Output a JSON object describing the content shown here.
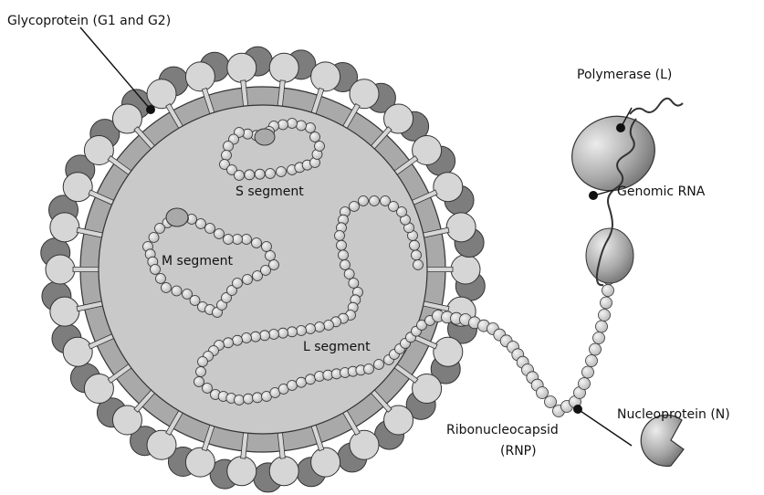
{
  "labels": {
    "glycoprotein": "Glycoprotein (G1 and G2)",
    "polymerase": "Polymerase (L)",
    "genomic_rna": "Genomic RNA",
    "s_segment": "S segment",
    "m_segment": "M segment",
    "l_segment": "L segment",
    "nucleoprotein": "Nucleoprotein (N)",
    "rnp_line1": "Ribonucleocapsid",
    "rnp_line2": "(RNP)"
  },
  "colors": {
    "membrane": "#a9a9a9",
    "interior": "#c9c9c9",
    "spike_light": "#d6d6d6",
    "spike_dark": "#7d7d7d",
    "bead": "#dedede",
    "outline": "#333333"
  }
}
